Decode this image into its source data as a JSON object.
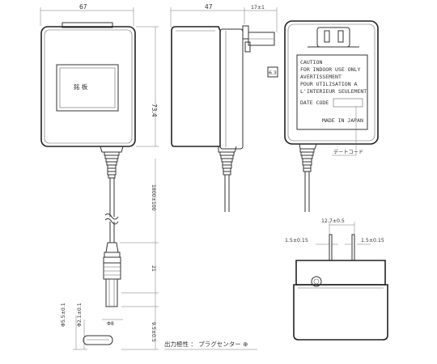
{
  "dimensions": {
    "width_front": "67",
    "width_side": "47",
    "prong_len": "17±1",
    "height_body": "73.4",
    "cord_len": "1800±100",
    "plug_len": "21",
    "plug_dia": "Φ8",
    "tip_outer": "Φ5.5±0.1",
    "tip_inner": "Φ2.1±0.1",
    "tip_len": "9.5±0.5",
    "prong_gap": "12.7±0.5",
    "prong_w_left": "1.5±0.15",
    "prong_w_right": "1.5±0.15",
    "small_label": "6.3"
  },
  "front_label": "銘 板",
  "label_lines": [
    "CAUTION",
    "FOR INDOOR USE ONLY",
    "AVERTISSEMENT",
    "POUR UTILISATION A",
    "L'INTERIEUR SEULEMENT",
    "DATE CODE",
    "MADE IN JAPAN"
  ],
  "date_mark_label": "デートコード",
  "footer_note": "出力極性 ： プラグセンター ⊕"
}
